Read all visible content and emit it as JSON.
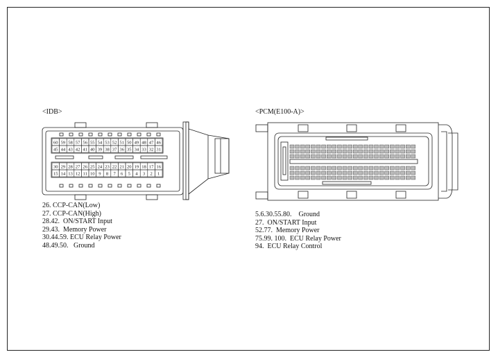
{
  "idb": {
    "title": "<IDB>",
    "top_row_1": [
      "60",
      "59",
      "58",
      "57",
      "56",
      "55",
      "54",
      "53",
      "52",
      "51",
      "50",
      "49",
      "48",
      "47",
      "46"
    ],
    "top_row_2": [
      "45",
      "44",
      "43",
      "42",
      "41",
      "40",
      "39",
      "38",
      "37",
      "36",
      "35",
      "34",
      "33",
      "32",
      "31"
    ],
    "bottom_row_1": [
      "30",
      "29",
      "28",
      "27",
      "26",
      "25",
      "24",
      "23",
      "22",
      "21",
      "20",
      "19",
      "18",
      "17",
      "16"
    ],
    "bottom_row_2": [
      "15",
      "14",
      "13",
      "12",
      "11",
      "10",
      "9",
      "8",
      "7",
      "6",
      "5",
      "4",
      "3",
      "2",
      "1"
    ],
    "legend": [
      "26. CCP-CAN(Low)",
      "27. CCP-CAN(High)",
      "28.42.  ON/START Input",
      "29.43.  Memory Power",
      "30.44.59. ECU Relay Power",
      "48.49.50.   Ground"
    ]
  },
  "pcm": {
    "title": "<PCM(E100-A)>",
    "legend": [
      "5.6.30.55.80.    Ground",
      "27.  ON/START Input",
      "52.77.  Memory Power",
      "75.99. 100.  ECU Relay Power",
      "94.  ECU Relay Control"
    ]
  }
}
